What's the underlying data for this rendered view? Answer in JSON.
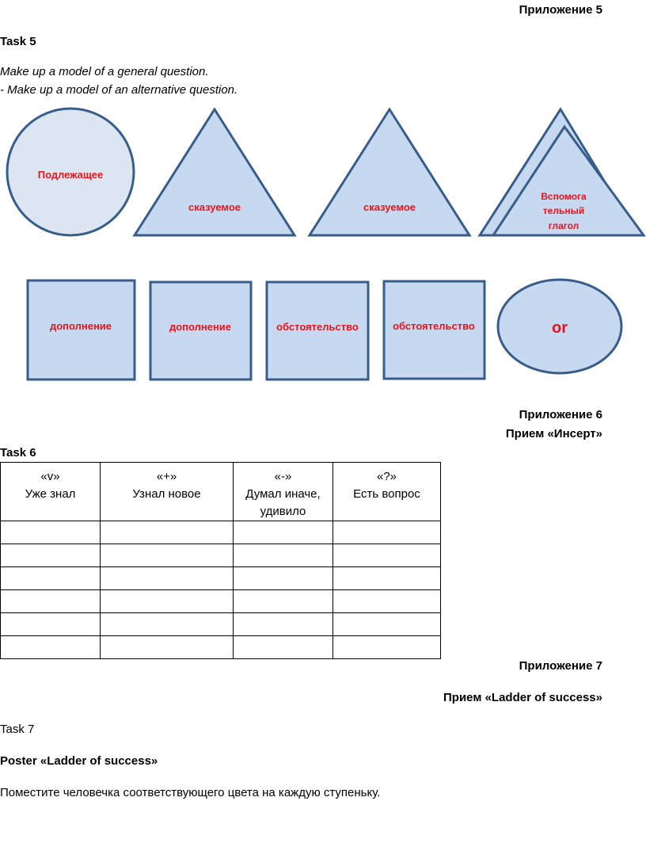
{
  "appendix5": "Приложение 5",
  "task5": {
    "title": "Task 5",
    "line1": "Make up a model of a general question.",
    "line2": "- Make up a model of an alternative question."
  },
  "shapes": {
    "subject": "Подлежащее",
    "predicate1": "сказуемое",
    "predicate2": "сказуемое",
    "auxiliary": [
      "Вспомога",
      "тельный",
      "глагол"
    ],
    "object1": "дополнение",
    "object2": "дополнение",
    "adverbial1": "обстоятельство",
    "adverbial2": "обстоятельство",
    "or": "or",
    "fill_color": "#c6d9f1",
    "circle_fill": "#dce6f2",
    "stroke_color": "#385d8a",
    "label_color": "#e8141a"
  },
  "appendix6": "Приложение 6",
  "technique6": "Прием «Инсерт»",
  "task6": {
    "title": "Task 6",
    "columns": [
      {
        "symbol": "«v»",
        "label": "Уже знал"
      },
      {
        "symbol": "«+»",
        "label": "Узнал новое"
      },
      {
        "symbol": "«-»",
        "label": "Думал иначе, удивило"
      },
      {
        "symbol": "«?»",
        "label": "Есть вопрос"
      }
    ]
  },
  "appendix7": "Приложение 7",
  "technique7": "Прием «Ladder of success»",
  "task7": {
    "title": "Task 7",
    "poster": "Poster «Ladder of success»",
    "instruction": "Поместите человечка соответствующего цвета на каждую ступеньку."
  }
}
